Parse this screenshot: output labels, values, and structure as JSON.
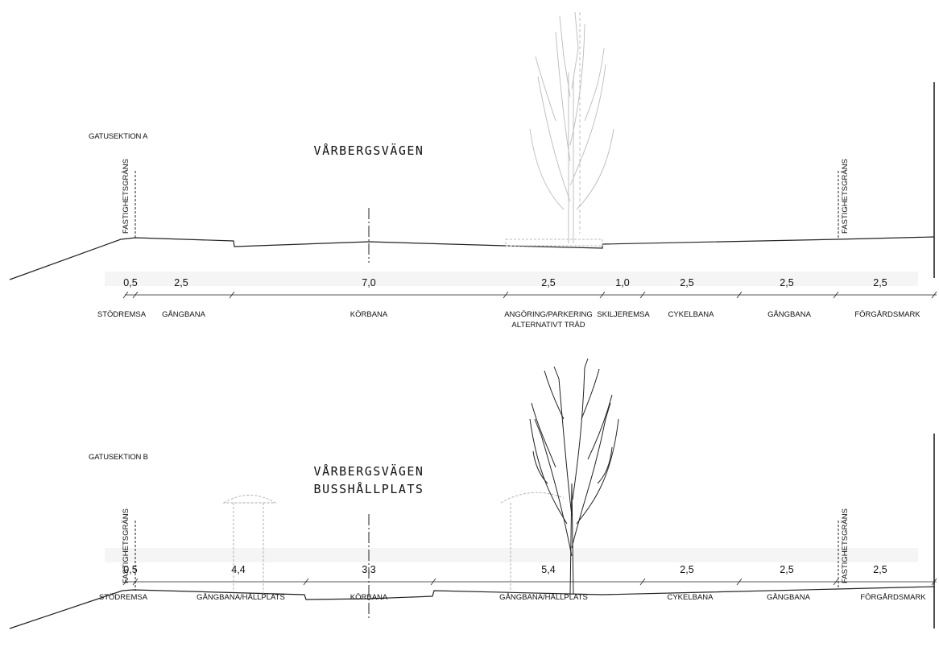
{
  "sections": [
    {
      "id": "A",
      "title": "GATUSEKTION A",
      "street_name": [
        "VÅRBERGSVÄGEN"
      ],
      "property_line_label": "FASTIGHETSGRÄNS",
      "dimensions": [
        "0,5",
        "2,5",
        "7,0",
        "2,5",
        "1,0",
        "2,5",
        "2,5",
        "2,5"
      ],
      "zones": [
        "STÖDREMSA",
        "GÅNGBANA",
        "KÖRBANA",
        "ANGÖRING/PARKERING",
        "SKILJEREMSA",
        "CYKELBANA",
        "GÅNGBANA",
        "FÖRGÅRDSMARK"
      ],
      "zone_note": "ALTERNATIVT TRÄD"
    },
    {
      "id": "B",
      "title": "GATUSEKTION B",
      "street_name": [
        "VÅRBERGSVÄGEN",
        "BUSSHÅLLPLATS"
      ],
      "property_line_label": "FASTIGHETSGRÄNS",
      "dimensions": [
        "0,5",
        "4,4",
        "3,3",
        "5,4",
        "2,5",
        "2,5",
        "2,5"
      ],
      "zones": [
        "STÖDREMSA",
        "GÅNGBANA/HÅLLPLATS",
        "KÖRBANA",
        "GÅNGBANA/HÅLLPLATS",
        "CYKELBANA",
        "GÅNGBANA",
        "FÖRGÅRDSMARK"
      ]
    }
  ]
}
